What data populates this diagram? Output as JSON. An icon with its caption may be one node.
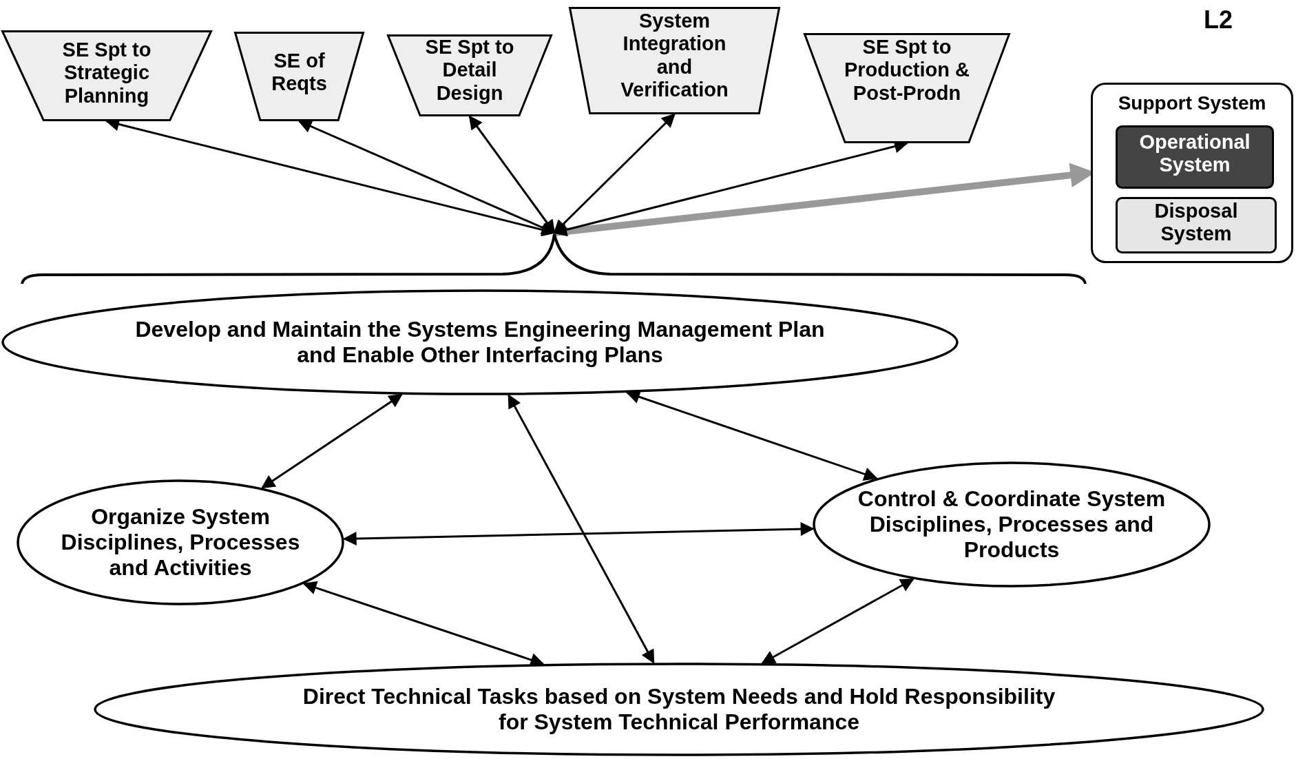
{
  "diagram": {
    "nodes": [
      {
        "text": [
          "SE Spt to Strategic Planning"
        ]
      },
      {
        "text": [
          "SE of Reqts"
        ]
      },
      {
        "text": [
          "SE Spt to Detail Design"
        ]
      },
      {
        "text": [
          "System Integration and Verification"
        ]
      },
      {
        "text": [
          "SE Spt to Production & Post-Prodn"
        ]
      },
      {
        "text": [
          "Support System"
        ]
      },
      {
        "text": [
          "Operational System"
        ],
        "in": 5
      },
      {
        "text": [
          "Disposal System"
        ],
        "in": 5
      },
      {
        "text": [],
        "shape": "bracket"
      },
      {
        "text": [
          "Develop and Maintain the Systems Engineering Management Plan and Enable Other Interfacing Plans"
        ]
      },
      {
        "text": [
          "Organize System Disciplines, Processes and Activities"
        ]
      },
      {
        "text": [
          "Control & Coordinate System Disciplines, Processes and Products"
        ]
      },
      {
        "text": [
          "Direct Technical Tasks based on System Needs and Hold Responsibility for System Technical Performance"
        ]
      }
    ],
    "edges": [
      {
        "from": 8,
        "to": 0,
        "arrow": "both"
      },
      {
        "from": 8,
        "to": 1,
        "arrow": "both"
      },
      {
        "from": 8,
        "to": 2,
        "arrow": "both"
      },
      {
        "from": 8,
        "to": 3,
        "arrow": "both"
      },
      {
        "from": 8,
        "to": 4,
        "arrow": "both"
      },
      {
        "from": 8,
        "to": 5,
        "arrow": "to",
        "style": "thick",
        "color": "#999999"
      },
      {
        "from": 9,
        "to": 10,
        "arrow": "both"
      },
      {
        "from": 9,
        "to": 12,
        "arrow": "both"
      },
      {
        "from": 9,
        "to": 11,
        "arrow": "both"
      },
      {
        "from": 10,
        "to": 11,
        "arrow": "both"
      },
      {
        "from": 10,
        "to": 12,
        "arrow": "both"
      },
      {
        "from": 11,
        "to": 12,
        "arrow": "both"
      }
    ],
    "labels": [
      "L2"
    ]
  }
}
